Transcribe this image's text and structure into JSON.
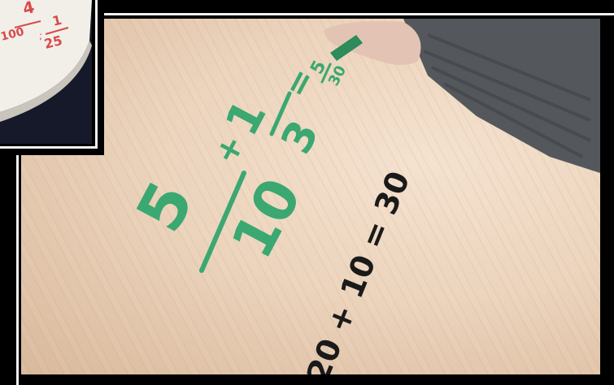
{
  "photo": {
    "description_hidden": "",
    "handwriting_green": {
      "fraction_1_num": "5",
      "fraction_1_den": "10",
      "plus": "+",
      "fraction_2_num": "1",
      "fraction_2_den": "3",
      "equals": "=",
      "result_num": "5",
      "result_den": "30"
    },
    "handwriting_black": {
      "expression": "20 + 10 = 30"
    },
    "colors": {
      "green_marker": "#3aa870",
      "black_marker": "#1a1a1a",
      "red_marker": "#d84a4a",
      "sleeve": "#55575a"
    }
  },
  "inset": {
    "handwriting_red": {
      "frac_a_num": "4",
      "frac_a_den": "100",
      "frac_b_num": "1",
      "frac_b_den": "25"
    }
  }
}
